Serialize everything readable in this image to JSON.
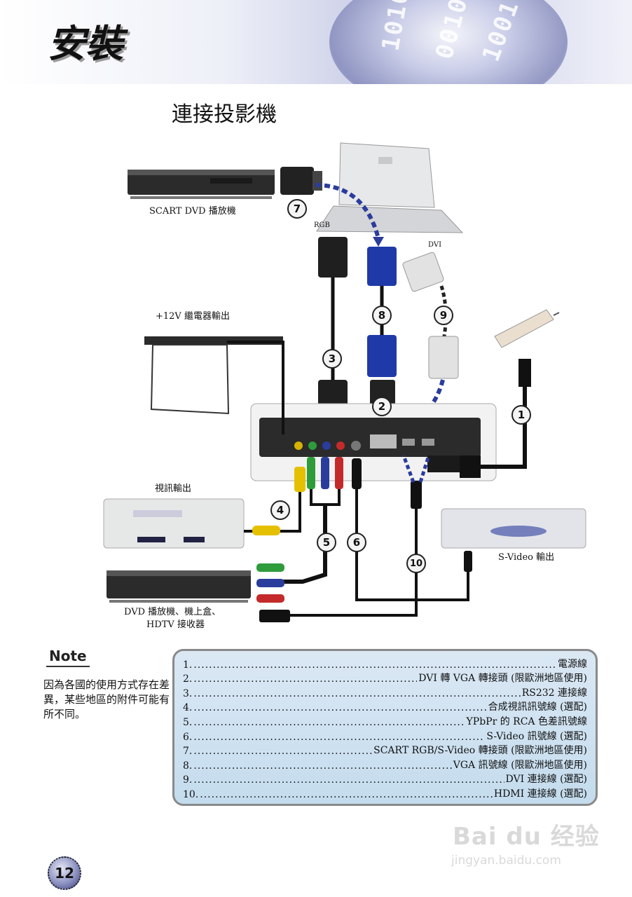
{
  "header": {
    "title": "安裝"
  },
  "section_title": "連接投影機",
  "diagram": {
    "labels": {
      "scart_dvd": "SCART DVD 播放機",
      "rgb": "RGB",
      "dvi": "DVI",
      "relay": "+12V 繼電器輸出",
      "video_out": "視訊輸出",
      "svideo_out": "S-Video 輸出",
      "dvd_box": "DVD 播放機、機上盒、",
      "hdtv": "HDTV 接收器"
    },
    "callouts": [
      "1",
      "2",
      "3",
      "4",
      "5",
      "6",
      "7",
      "8",
      "9",
      "10"
    ]
  },
  "note": {
    "logo": "Note",
    "text": "因為各國的使用方式存在差異，某些地區的附件可能有所不同。"
  },
  "cable_list": [
    {
      "index": "1.",
      "name": "電源線"
    },
    {
      "index": "2.",
      "name": "DVI 轉 VGA 轉接頭 (限歐洲地區使用)"
    },
    {
      "index": "3.",
      "name": "RS232 連接線"
    },
    {
      "index": "4.",
      "name": "合成視訊訊號線 (選配)"
    },
    {
      "index": "5.",
      "name": "YPbPr 的 RCA 色差訊號線"
    },
    {
      "index": "6.",
      "name": "S-Video 訊號線 (選配)"
    },
    {
      "index": "7.",
      "name": "SCART RGB/S-Video 轉接頭 (限歐洲地區使用)"
    },
    {
      "index": "8.",
      "name": "VGA 訊號線 (限歐洲地區使用)"
    },
    {
      "index": "9.",
      "name": "DVI 連接線 (選配)"
    },
    {
      "index": "10.",
      "name": "HDMI 連接線 (選配)"
    }
  ],
  "page_number": "12",
  "watermark": {
    "main": "Bai du 经验",
    "sub": "jingyan.baidu.com"
  }
}
